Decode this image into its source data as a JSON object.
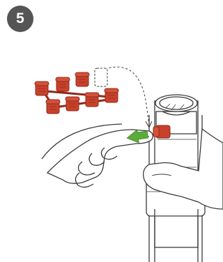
{
  "step": {
    "number": "5"
  },
  "colors": {
    "badge": "#555555",
    "nozzle_red": "#c9412b",
    "nozzle_dark": "#8e2a1a",
    "arrow_green": "#5cab3b",
    "line": "#3a3a3a"
  },
  "icons": [
    "step-number-badge",
    "nozzle-tree",
    "insert-arrow-icon",
    "sprinkler-head",
    "hand"
  ]
}
